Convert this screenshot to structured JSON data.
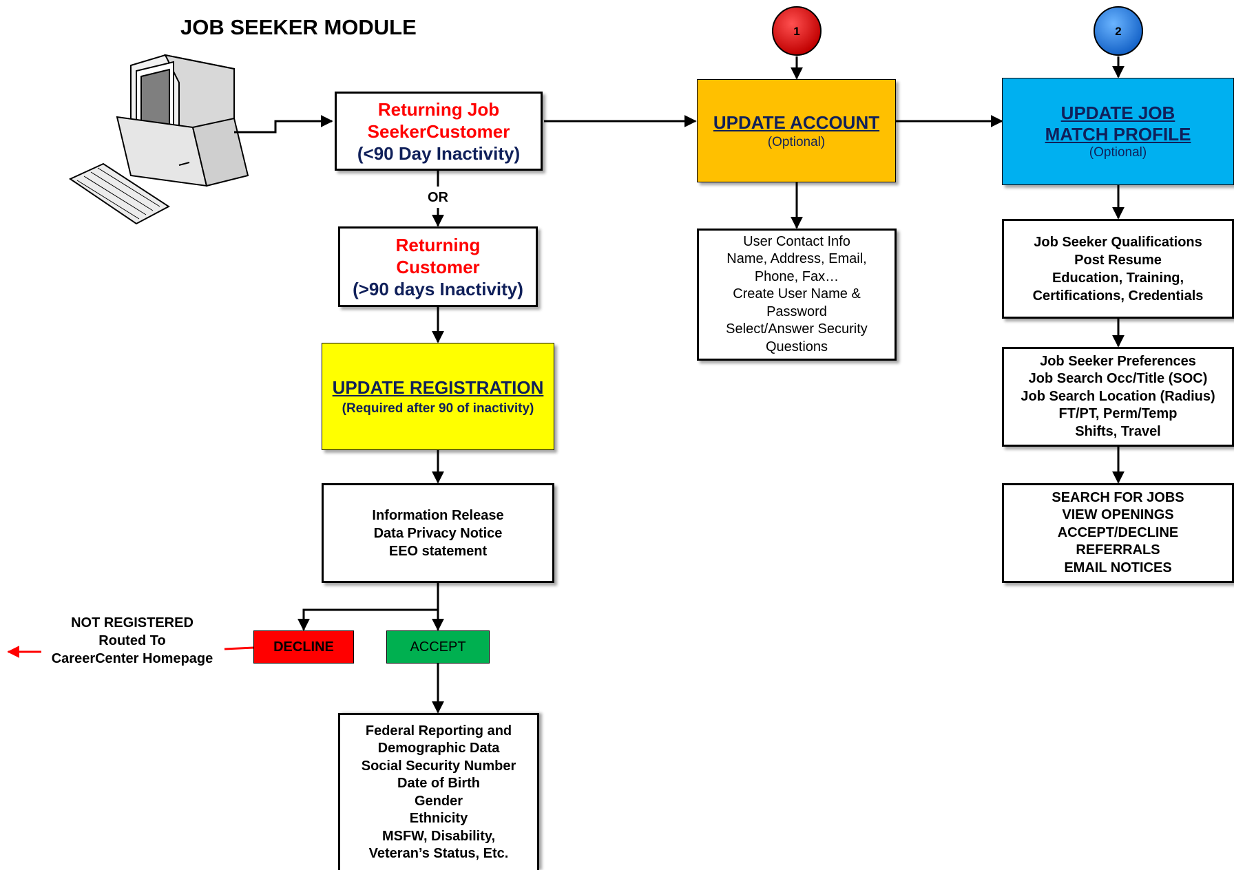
{
  "title": "JOB SEEKER MODULE",
  "markers": {
    "m1": "1",
    "m2": "2"
  },
  "returning_lt90": {
    "line1": "Returning Job",
    "line2": "SeekerCustomer",
    "line3": "(<90 Day Inactivity)"
  },
  "or_label": "OR",
  "returning_gt90": {
    "line1": "Returning",
    "line2": "Customer",
    "line3": "(>90 days Inactivity)"
  },
  "update_registration": {
    "heading": "UPDATE REGISTRATION",
    "sub": "(Required after 90 of inactivity)"
  },
  "info_release": {
    "lines": [
      "Information Release",
      "Data Privacy Notice",
      "EEO statement"
    ]
  },
  "decline": "DECLINE",
  "accept": "ACCEPT",
  "not_registered": {
    "lines": [
      "NOT REGISTERED",
      "Routed To",
      "CareerCenter Homepage"
    ]
  },
  "federal": {
    "lines": [
      "Federal Reporting and",
      "Demographic Data",
      "Social Security Number",
      "Date of Birth",
      "Gender",
      "Ethnicity",
      "MSFW, Disability,",
      "Veteran’s Status, Etc."
    ]
  },
  "update_account": {
    "heading": "UPDATE ACCOUNT",
    "sub": "(Optional)"
  },
  "contact_info": {
    "lines": [
      "User Contact Info",
      "Name, Address, Email,",
      "Phone, Fax…",
      "Create User Name &",
      "Password",
      "Select/Answer Security",
      "Questions"
    ]
  },
  "update_match": {
    "heading1": "UPDATE JOB",
    "heading2": "MATCH PROFILE",
    "sub": "(Optional)"
  },
  "qualifications": {
    "lines": [
      "Job Seeker Qualifications",
      "Post Resume",
      "Education, Training,",
      "Certifications, Credentials"
    ]
  },
  "preferences": {
    "lines": [
      "Job Seeker Preferences",
      "Job Search Occ/Title (SOC)",
      "Job Search Location (Radius)",
      "FT/PT, Perm/Temp",
      "Shifts, Travel"
    ]
  },
  "search_jobs": {
    "lines": [
      "SEARCH FOR JOBS",
      "VIEW OPENINGS",
      "ACCEPT/DECLINE",
      "REFERRALS",
      "EMAIL NOTICES"
    ]
  },
  "colors": {
    "red_text": "#ff0000",
    "navy_text": "#10205a",
    "registration_fill": "#ffff00",
    "account_fill": "#ffc000",
    "match_fill": "#00b0f0",
    "decline_fill": "#ff0000",
    "accept_fill": "#00b050",
    "marker1": "#dd0000",
    "marker2": "#1e7ee6"
  },
  "icons": {
    "computer": "desktop-computer-icon"
  }
}
